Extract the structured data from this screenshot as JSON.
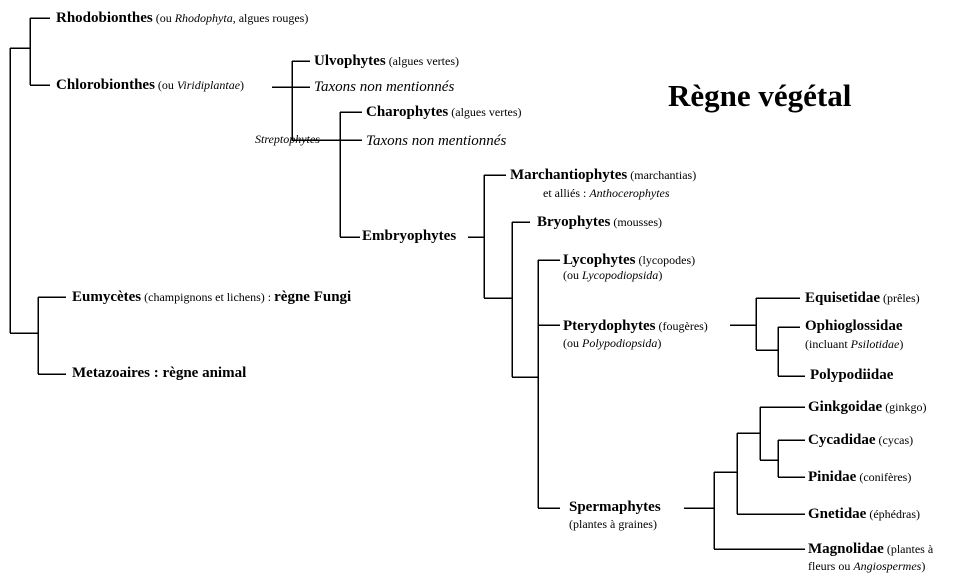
{
  "title": "Règne végétal",
  "colors": {
    "line": "#000000",
    "text": "#000000",
    "background": "#ffffff"
  },
  "nodes": {
    "rhodo": {
      "name": "Rhodobionthes",
      "pre": " (ou ",
      "it": "Rhodophyta",
      "post": ", algues rouges)"
    },
    "chloro": {
      "name": "Chlorobionthes",
      "pre": " (ou ",
      "it": "Viridiplantae",
      "post": ")"
    },
    "ulvo": {
      "name": "Ulvophytes",
      "post": " (algues vertes)"
    },
    "taxon1": {
      "text": "Taxons non mentionnés"
    },
    "strepto": {
      "text": "Streptophytes"
    },
    "charo": {
      "name": "Charophytes",
      "post": " (algues vertes)"
    },
    "taxon2": {
      "text": "Taxons non mentionnés"
    },
    "embryo": {
      "name": "Embryophytes"
    },
    "marchan": {
      "name": "Marchantiophytes",
      "post": " (marchantias)",
      "l2pre": "et alliés : ",
      "l2it": "Anthocerophytes"
    },
    "bryo": {
      "name": "Bryophytes",
      "post": " (mousses)"
    },
    "lyco": {
      "name": "Lycophytes",
      "post": " (lycopodes)",
      "l2pre": "(ou ",
      "l2it": "Lycopodiopsida",
      "l2post": ")"
    },
    "pterido": {
      "name": "Pterydophytes",
      "post": " (fougères)",
      "l2pre": "(ou ",
      "l2it": "Polypodiopsida",
      "l2post": ")"
    },
    "equi": {
      "name": "Equisetidae",
      "post": " (prêles)"
    },
    "ophio": {
      "name": "Ophioglossidae",
      "l2pre": "(incluant ",
      "l2it": "Psilotidae",
      "l2post": ")"
    },
    "polypo": {
      "name": "Polypodiidae"
    },
    "ginkgo": {
      "name": "Ginkgoidae",
      "post": " (ginkgo)"
    },
    "cycad": {
      "name": "Cycadidae",
      "post": " (cycas)"
    },
    "pini": {
      "name": "Pinidae",
      "post": " (conifères)"
    },
    "spermo": {
      "name": "Spermaphytes",
      "l2": "(plantes à graines)"
    },
    "gneti": {
      "name": "Gnetidae",
      "post": " (éphédras)"
    },
    "magno": {
      "name": "Magnolidae",
      "post": " (plantes à",
      "l2pre": "fleurs ou ",
      "l2it": "Angiospermes",
      "l2post": ")"
    },
    "eumy": {
      "name": "Eumycètes",
      "post": " (champignons et lichens)",
      "mid": " : ",
      "name2": "règne Fungi"
    },
    "meta": {
      "name": "Metazoaires : règne animal"
    }
  }
}
